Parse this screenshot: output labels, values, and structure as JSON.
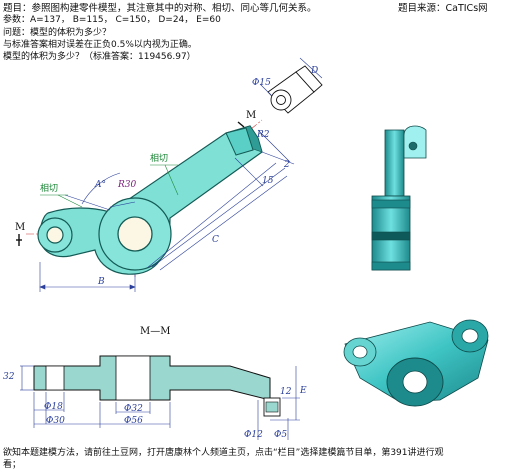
{
  "header": {
    "title_line": "题目：参照图构建零件模型，其注意其中的对称、相切、同心等几何关系。",
    "source": "题目来源：CaTICs网",
    "params": "参数：A=137， B=115， C=150， D=24， E=60",
    "question": "问题：模型的体积为多少？",
    "tolerance": "与标准答案相对误差在正负0.5%以内视为正确。",
    "answer": "模型的体积为多少？（标准答案：119456.97）"
  },
  "drawing": {
    "labels": {
      "M_top": "M",
      "M_left": "M",
      "A": "A°",
      "B": "B",
      "C": "C",
      "D": "D",
      "E": "E",
      "R2": "R2",
      "R30": "R30",
      "n2": "2",
      "n15": "15",
      "phi15": "Φ15",
      "tangent1": "相切",
      "tangent2": "相切",
      "section": "M—M",
      "n32": "32",
      "n12": "12",
      "phi18": "Φ18",
      "phi30": "Φ30",
      "phi32": "Φ32",
      "phi56": "Φ56",
      "phi12": "Φ12",
      "phi5": "Φ5"
    }
  },
  "footer": {
    "line1": "欲知本题建模方法，请前往土豆网，打开唐康林个人频道主页，点击“栏目”选择建模篇节目单，第391讲进行观",
    "line2": "看；"
  },
  "colors": {
    "part_fill": "#7fe0d6",
    "part_dark": "#2f9c95",
    "iso_fill": "#3fc4c4",
    "annotation_green": "#1f8a3a",
    "dim_blue": "#2a3f9a",
    "annotation_purple": "#7a1f7a"
  }
}
